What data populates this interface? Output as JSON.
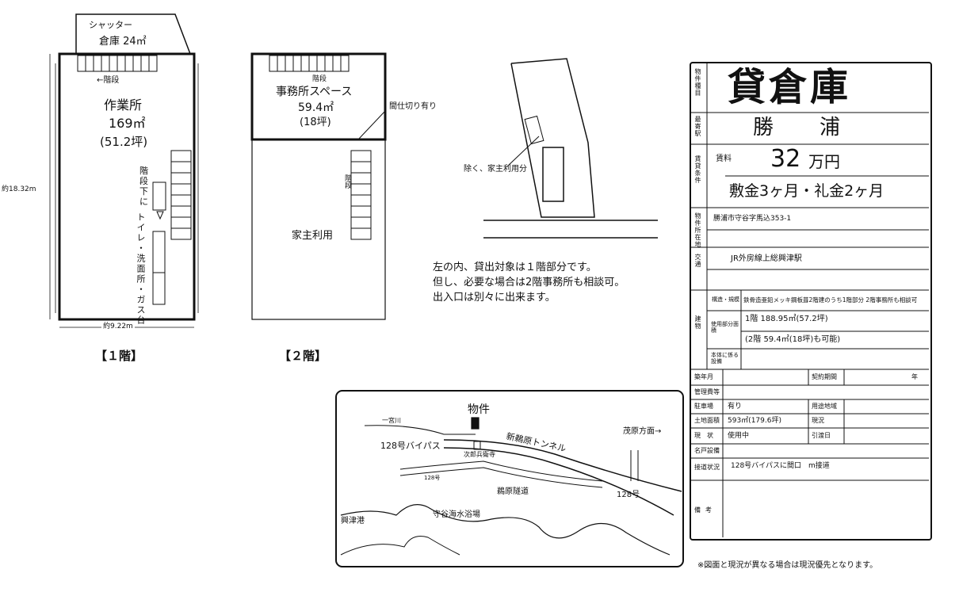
{
  "floor1": {
    "shutter_label": "シャッター",
    "warehouse_label": "倉庫 24㎡",
    "stairs_up": "←階段",
    "work_room": "作業所",
    "work_area": "169㎡",
    "work_tsubo": "(51.2坪)",
    "under_stairs_1": "階",
    "under_stairs_2": "段",
    "under_stairs_3": "下",
    "under_stairs_4": "に",
    "facilities": "トイレ・洗面所・ガス台",
    "height_dim": "約18.32m",
    "width_dim": "約9.22m",
    "caption": "【１階】"
  },
  "floor2": {
    "stairs": "階段",
    "office_label": "事務所スペース",
    "office_area": "59.4㎡",
    "office_tsubo": "(18坪)",
    "partition": "間仕切り有り",
    "stairs_side": "階段",
    "owner_use": "家主利用",
    "caption": "【２階】"
  },
  "site": {
    "owner_note": "除く、家主利用分"
  },
  "notes": {
    "line1": "左の内、貸出対象は１階部分です。",
    "line2": "但し、必要な場合は2階事務所も相談可。",
    "line3": "出入口は別々に出来ます。"
  },
  "map": {
    "property": "物件",
    "river": "一宮川",
    "bypass": "128号バイパス",
    "tunnel": "新鵜原トンネル",
    "direction": "茂原方面→",
    "shop": "次郎兵衛寺",
    "road128": "128号",
    "road128b": "128号",
    "tunnel2": "鵜原隧道",
    "beach": "守谷海水浴場",
    "port": "興津港"
  },
  "sheet": {
    "label_property_type": "物件種目",
    "title": "貸倉庫",
    "label_station": "最寄駅",
    "station": "勝　浦",
    "label_terms": "賃貸条件",
    "rent_label": "賃料",
    "rent_amount": "32",
    "rent_unit": "万円",
    "deposit": "敷金3ヶ月・礼金2ヶ月",
    "label_location": "物件所在地",
    "location": "勝浦市守谷字馬込353-1",
    "label_traffic": "交通",
    "traffic": "JR外房線上総興津駅",
    "label_building": "建物",
    "structure_label": "構造・規模",
    "structure": "鉄骨造亜鉛メッキ鋼板葺2階建のうち1階部分 2階事務所も相談可",
    "area_label": "使用部分面積",
    "area1": "1階 188.95㎡(57.2坪)",
    "area2": "(2階 59.4㎡(18坪)も可能)",
    "equipment_label": "本体に係る設備",
    "built_label": "築年月",
    "contract_label": "契約期間",
    "contract_unit": "年",
    "mgmt_label": "管理費等",
    "parking_label": "駐車場",
    "parking": "有り",
    "zoning_label": "用途地域",
    "land_label": "土地面積",
    "land": "593㎡(179.6坪)",
    "present_label": "現況",
    "occupancy_label": "現　状",
    "occupancy": "使用中",
    "handover_label": "引渡日",
    "rights_label": "名戸設備",
    "road_label": "接道状況",
    "road": "128号バイパスに間口　m接道",
    "remarks_label": "備考",
    "footer": "※図面と現況が異なる場合は現況優先となります。"
  }
}
